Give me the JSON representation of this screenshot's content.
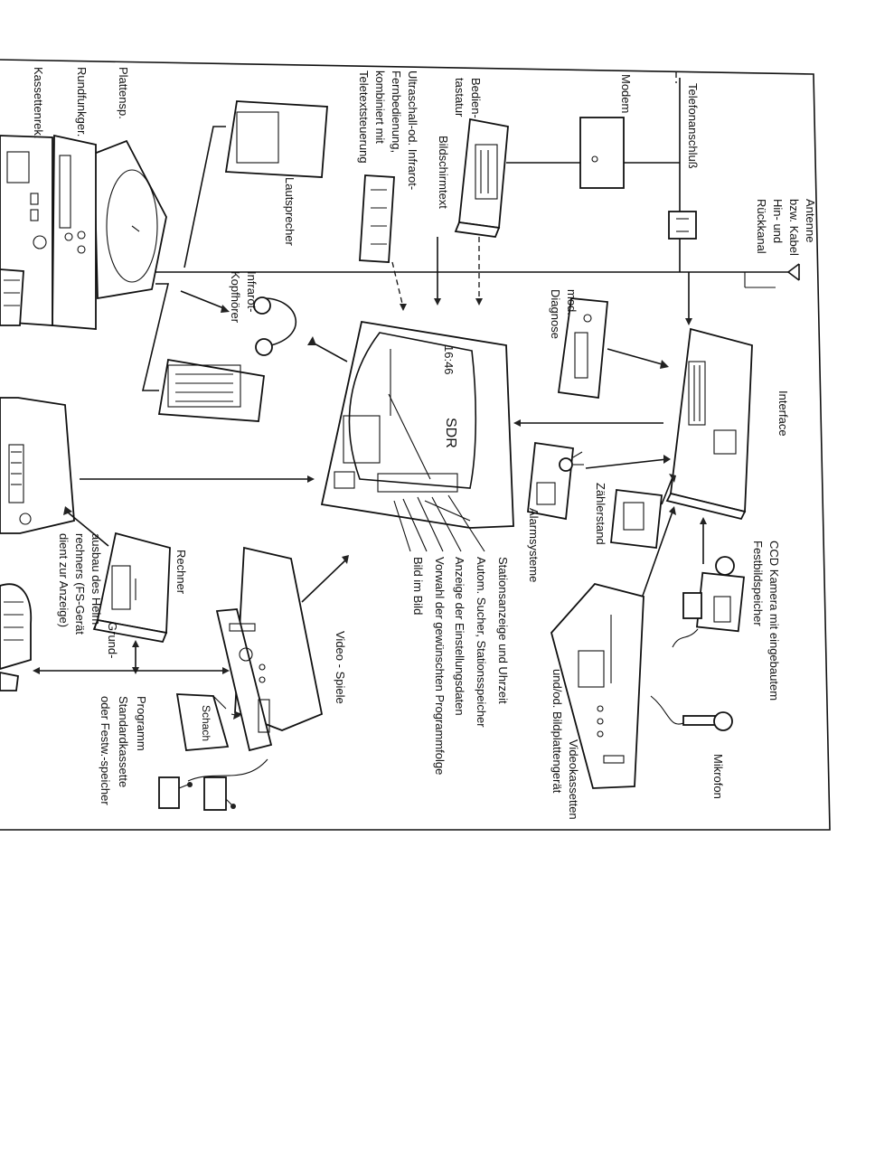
{
  "labels": {
    "antenne": [
      "Antenne",
      "bzw. Kabel",
      "Hin- und",
      "Rückkanal"
    ],
    "telefon": "Telefonanschluß",
    "modem": "Modem",
    "bedientastatur": [
      "Bedien-",
      "tastatur"
    ],
    "bildschirmtext": "Bildschirmtext",
    "ultraschall": [
      "Ultraschall-od. Infrarot-",
      "Fernbedienung,",
      "kombiniert mit",
      "Teletextsteuerung"
    ],
    "lautsprecher": "Lautsprecher",
    "plattensp": "Plattensp.",
    "rundfunkger": "Rundfunkger.",
    "kassettenrek": "Kassettenrek.",
    "infrarot": [
      "Infrarot-",
      "Kopfhörer"
    ],
    "interface": "Interface",
    "diagnose": [
      "mod.",
      "Diagnose"
    ],
    "zaehlerstand": "Zählerstand",
    "alarmsysteme": "Alarmsysteme",
    "ccd": [
      "CCD  Kamera  mit eingebautem",
      "Festbildspeicher"
    ],
    "mikrofon": "Mikrofon",
    "videorecorder": [
      "Videokassetten",
      "und/od. Bildplattengerät"
    ],
    "stationsanzeige": "Stationsanzeige  und  Uhrzeit",
    "autom": "Autom. Sucher, Stationsspeicher",
    "anzeige": "Anzeige  der  Einstellungsdaten",
    "vorwahl": "Vorwahl der gewünschten Programmfolge",
    "bildimbild": "Bild im Bild",
    "videospiele": "Video - Spiele",
    "rechner": "Rechner",
    "grundausbau": [
      "Grund-",
      "ausbau des Heim-",
      "rechners (FS-Gerät",
      "dient zur Anzeige)"
    ],
    "programm": [
      "Programm",
      "Standardkassette",
      "oder Festw.-speicher"
    ],
    "schach": "Schach",
    "tv_time": "16:46",
    "tv_station": "SDR"
  }
}
